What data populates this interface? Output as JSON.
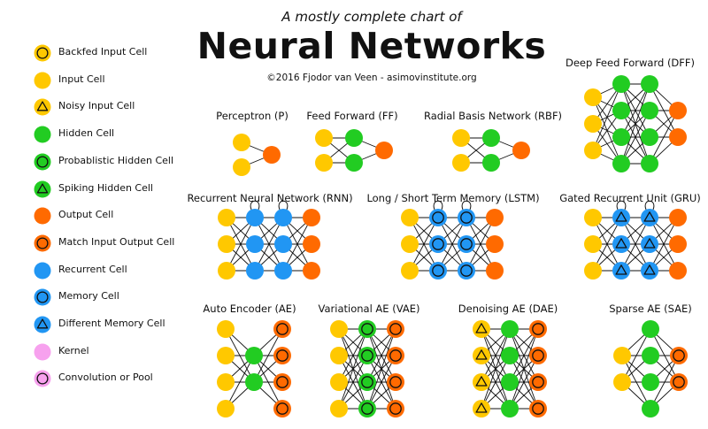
{
  "header": {
    "subtitle": "A mostly complete chart of",
    "title": "Neural Networks",
    "credit": "©2016 Fjodor van Veen - asimovinstitute.org"
  },
  "colors": {
    "input": "#FFC800",
    "hidden": "#22CC22",
    "output": "#FF6A00",
    "recurrent": "#2196F3",
    "kernel": "#F7A1EE",
    "edge": "#111111"
  },
  "legend": [
    {
      "label": "Backfed Input Cell",
      "fill": "input",
      "mark": "ring",
      "icon": "backfed-input-cell-icon"
    },
    {
      "label": "Input Cell",
      "fill": "input",
      "mark": "none",
      "icon": "input-cell-icon"
    },
    {
      "label": "Noisy Input Cell",
      "fill": "input",
      "mark": "triangle",
      "icon": "noisy-input-cell-icon"
    },
    {
      "label": "Hidden Cell",
      "fill": "hidden",
      "mark": "none",
      "icon": "hidden-cell-icon"
    },
    {
      "label": "Probablistic Hidden Cell",
      "fill": "hidden",
      "mark": "ring",
      "icon": "probabilistic-hidden-cell-icon"
    },
    {
      "label": "Spiking Hidden Cell",
      "fill": "hidden",
      "mark": "triangle",
      "icon": "spiking-hidden-cell-icon"
    },
    {
      "label": "Output Cell",
      "fill": "output",
      "mark": "none",
      "icon": "output-cell-icon"
    },
    {
      "label": "Match Input Output Cell",
      "fill": "output",
      "mark": "ring",
      "icon": "match-input-output-cell-icon"
    },
    {
      "label": "Recurrent Cell",
      "fill": "recurrent",
      "mark": "none",
      "icon": "recurrent-cell-icon"
    },
    {
      "label": "Memory Cell",
      "fill": "recurrent",
      "mark": "ring",
      "icon": "memory-cell-icon"
    },
    {
      "label": "Different Memory Cell",
      "fill": "recurrent",
      "mark": "triangle",
      "icon": "different-memory-cell-icon"
    },
    {
      "label": "Kernel",
      "fill": "kernel",
      "mark": "none",
      "icon": "kernel-icon"
    },
    {
      "label": "Convolution or Pool",
      "fill": "kernel",
      "mark": "ring",
      "icon": "convolution-or-pool-icon"
    }
  ],
  "networks": [
    {
      "label": "Perceptron (P)",
      "layers": [
        {
          "n": 2,
          "fill": "input",
          "mark": "none"
        },
        {
          "n": 1,
          "fill": "output",
          "mark": "none"
        }
      ]
    },
    {
      "label": "Feed Forward (FF)",
      "layers": [
        {
          "n": 2,
          "fill": "input",
          "mark": "none"
        },
        {
          "n": 2,
          "fill": "hidden",
          "mark": "none"
        },
        {
          "n": 1,
          "fill": "output",
          "mark": "none"
        }
      ]
    },
    {
      "label": "Radial Basis Network (RBF)",
      "layers": [
        {
          "n": 2,
          "fill": "input",
          "mark": "none"
        },
        {
          "n": 2,
          "fill": "hidden",
          "mark": "none"
        },
        {
          "n": 1,
          "fill": "output",
          "mark": "none"
        }
      ]
    },
    {
      "label": "Deep Feed Forward (DFF)",
      "layers": [
        {
          "n": 3,
          "fill": "input",
          "mark": "none"
        },
        {
          "n": 4,
          "fill": "hidden",
          "mark": "none"
        },
        {
          "n": 4,
          "fill": "hidden",
          "mark": "none"
        },
        {
          "n": 2,
          "fill": "output",
          "mark": "none"
        }
      ]
    },
    {
      "label": "Recurrent Neural Network (RNN)",
      "layers": [
        {
          "n": 3,
          "fill": "input",
          "mark": "none"
        },
        {
          "n": 3,
          "fill": "recurrent",
          "mark": "none",
          "loop": true
        },
        {
          "n": 3,
          "fill": "recurrent",
          "mark": "none",
          "loop": true
        },
        {
          "n": 3,
          "fill": "output",
          "mark": "none"
        }
      ]
    },
    {
      "label": "Long / Short Term Memory (LSTM)",
      "layers": [
        {
          "n": 3,
          "fill": "input",
          "mark": "none"
        },
        {
          "n": 3,
          "fill": "recurrent",
          "mark": "ring",
          "loop": true
        },
        {
          "n": 3,
          "fill": "recurrent",
          "mark": "ring",
          "loop": true
        },
        {
          "n": 3,
          "fill": "output",
          "mark": "none"
        }
      ]
    },
    {
      "label": "Gated Recurrent Unit (GRU)",
      "layers": [
        {
          "n": 3,
          "fill": "input",
          "mark": "none"
        },
        {
          "n": 3,
          "fill": "recurrent",
          "mark": "triangle",
          "loop": true
        },
        {
          "n": 3,
          "fill": "recurrent",
          "mark": "triangle",
          "loop": true
        },
        {
          "n": 3,
          "fill": "output",
          "mark": "none"
        }
      ]
    },
    {
      "label": "Auto Encoder (AE)",
      "layers": [
        {
          "n": 4,
          "fill": "input",
          "mark": "none"
        },
        {
          "n": 2,
          "fill": "hidden",
          "mark": "none"
        },
        {
          "n": 4,
          "fill": "output",
          "mark": "ring"
        }
      ]
    },
    {
      "label": "Variational AE (VAE)",
      "layers": [
        {
          "n": 4,
          "fill": "input",
          "mark": "none"
        },
        {
          "n": 4,
          "fill": "hidden",
          "mark": "ring"
        },
        {
          "n": 4,
          "fill": "output",
          "mark": "ring"
        }
      ]
    },
    {
      "label": "Denoising AE (DAE)",
      "layers": [
        {
          "n": 4,
          "fill": "input",
          "mark": "triangle"
        },
        {
          "n": 4,
          "fill": "hidden",
          "mark": "none"
        },
        {
          "n": 4,
          "fill": "output",
          "mark": "ring"
        }
      ]
    },
    {
      "label": "Sparse AE (SAE)",
      "layers": [
        {
          "n": 2,
          "fill": "input",
          "mark": "none"
        },
        {
          "n": 4,
          "fill": "hidden",
          "mark": "none"
        },
        {
          "n": 2,
          "fill": "output",
          "mark": "ring"
        }
      ]
    }
  ]
}
